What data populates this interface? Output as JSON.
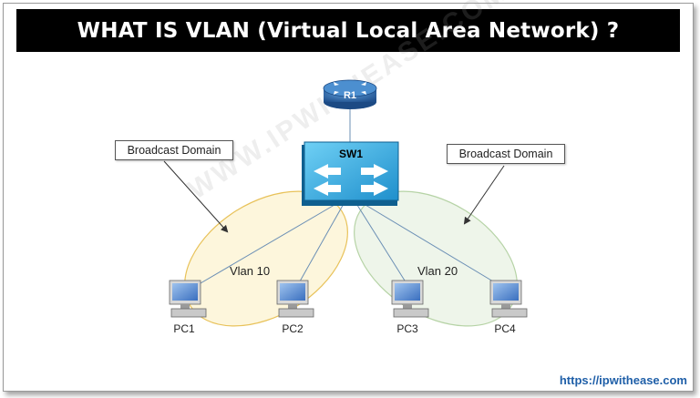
{
  "title": "WHAT IS VLAN (Virtual Local Area Network) ?",
  "router": {
    "label": "R1"
  },
  "switch": {
    "label": "SW1"
  },
  "callouts": {
    "left": "Broadcast Domain",
    "right": "Broadcast Domain"
  },
  "vlans": [
    {
      "label": "Vlan 10",
      "color": "#f6d98a"
    },
    {
      "label": "Vlan 20",
      "color": "#cfe3c5"
    }
  ],
  "pcs": [
    "PC1",
    "PC2",
    "PC3",
    "PC4"
  ],
  "watermark": "WWW.IPWITHEASE.COM",
  "footer_url": "https://ipwithease.com",
  "colors": {
    "switch": "#2ea8e0",
    "router": "#2f6fb0",
    "title_bg": "#000000",
    "link": "#1f5fa8"
  }
}
